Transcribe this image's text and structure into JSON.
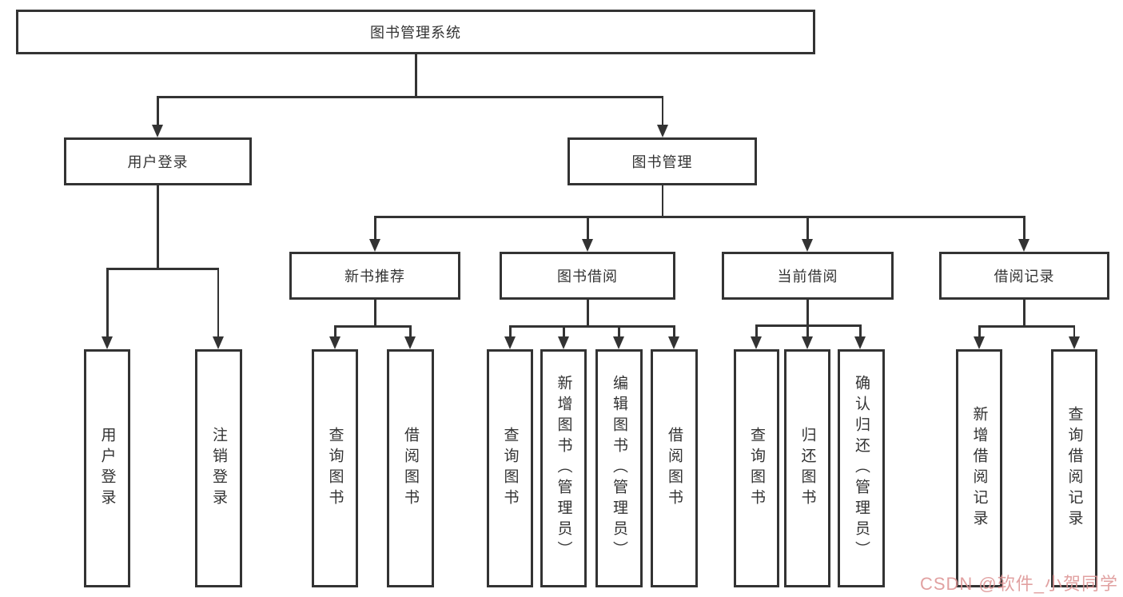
{
  "diagram_title": "图书管理系统",
  "nodes": {
    "root": "图书管理系统",
    "user_login": "用户登录",
    "book_mgmt": "图书管理",
    "new_rec": "新书推荐",
    "book_borrow": "图书借阅",
    "current_borrow": "当前借阅",
    "borrow_records": "借阅记录",
    "leaf_user_login": "用户登录",
    "leaf_logout": "注销登录",
    "leaf_query_books_1": "查询图书",
    "leaf_borrow_books_1": "借阅图书",
    "leaf_query_books_2": "查询图书",
    "leaf_add_books_admin": "新增图书（管理员）",
    "leaf_edit_books_admin": "编辑图书（管理员）",
    "leaf_borrow_books_2": "借阅图书",
    "leaf_query_books_3": "查询图书",
    "leaf_return_books": "归还图书",
    "leaf_confirm_return_admin": "确认归还（管理员）",
    "leaf_add_borrow_record": "新增借阅记录",
    "leaf_query_borrow_record": "查询借阅记录"
  },
  "hierarchy": {
    "图书管理系统": {
      "用户登录": [
        "用户登录",
        "注销登录"
      ],
      "图书管理": {
        "新书推荐": [
          "查询图书",
          "借阅图书"
        ],
        "图书借阅": [
          "查询图书",
          "新增图书（管理员）",
          "编辑图书（管理员）",
          "借阅图书"
        ],
        "当前借阅": [
          "查询图书",
          "归还图书",
          "确认归还（管理员）"
        ],
        "借阅记录": [
          "新增借阅记录",
          "查询借阅记录"
        ]
      }
    }
  },
  "watermark": "CSDN @软件_小贺同学",
  "colors": {
    "line": "#333333",
    "border": "#333333",
    "text": "#333333",
    "background": "#ffffff",
    "watermark": "#dd9494"
  }
}
